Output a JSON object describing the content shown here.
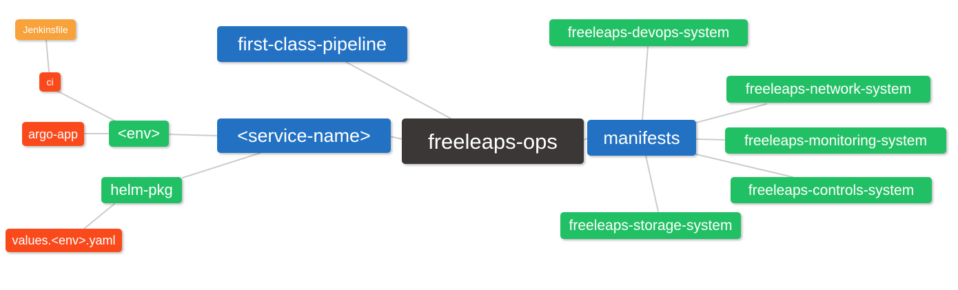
{
  "diagram": {
    "type": "mindmap",
    "root": "freeleaps-ops",
    "palette": {
      "blue": "#2271c3",
      "green": "#22c064",
      "red": "#fa4a1c",
      "orange": "#f7a23b",
      "dark": "#3a3736",
      "edge": "#cccccc",
      "text": "#ffffff",
      "bg": "#ffffff"
    },
    "nodes": [
      {
        "id": "jenkinsfile",
        "label": "Jenkinsfile",
        "color": "orange"
      },
      {
        "id": "ci",
        "label": "ci",
        "color": "red"
      },
      {
        "id": "argo-app",
        "label": "argo-app",
        "color": "red"
      },
      {
        "id": "env",
        "label": "<env>",
        "color": "green"
      },
      {
        "id": "helm-pkg",
        "label": "helm-pkg",
        "color": "green"
      },
      {
        "id": "values-env-yaml",
        "label": "values.<env>.yaml",
        "color": "red"
      },
      {
        "id": "first-class-pipeline",
        "label": "first-class-pipeline",
        "color": "blue"
      },
      {
        "id": "service-name",
        "label": "<service-name>",
        "color": "blue"
      },
      {
        "id": "freeleaps-ops",
        "label": "freeleaps-ops",
        "color": "dark"
      },
      {
        "id": "manifests",
        "label": "manifests",
        "color": "blue"
      },
      {
        "id": "freeleaps-devops-system",
        "label": "freeleaps-devops-system",
        "color": "green"
      },
      {
        "id": "freeleaps-network-system",
        "label": "freeleaps-network-system",
        "color": "green"
      },
      {
        "id": "freeleaps-monitoring-system",
        "label": "freeleaps-monitoring-system",
        "color": "green"
      },
      {
        "id": "freeleaps-controls-system",
        "label": "freeleaps-controls-system",
        "color": "green"
      },
      {
        "id": "freeleaps-storage-system",
        "label": "freeleaps-storage-system",
        "color": "green"
      }
    ],
    "edges": [
      [
        "jenkinsfile",
        "ci"
      ],
      [
        "ci",
        "env"
      ],
      [
        "argo-app",
        "env"
      ],
      [
        "env",
        "service-name"
      ],
      [
        "helm-pkg",
        "service-name"
      ],
      [
        "values-env-yaml",
        "helm-pkg"
      ],
      [
        "first-class-pipeline",
        "freeleaps-ops"
      ],
      [
        "service-name",
        "freeleaps-ops"
      ],
      [
        "freeleaps-ops",
        "manifests"
      ],
      [
        "manifests",
        "freeleaps-devops-system"
      ],
      [
        "manifests",
        "freeleaps-network-system"
      ],
      [
        "manifests",
        "freeleaps-monitoring-system"
      ],
      [
        "manifests",
        "freeleaps-controls-system"
      ],
      [
        "manifests",
        "freeleaps-storage-system"
      ]
    ]
  }
}
